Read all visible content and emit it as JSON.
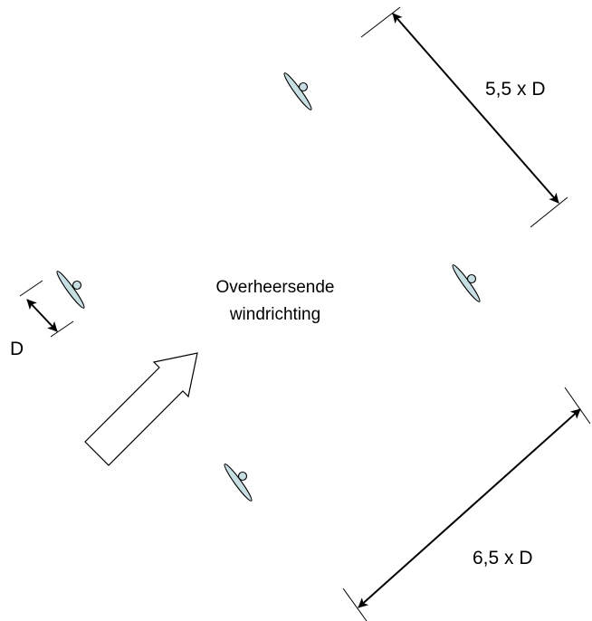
{
  "labels": {
    "spacing_a": "5,5 x D",
    "spacing_b": "6,5 x D",
    "diameter": "D",
    "wind_line1": "Overheersende",
    "wind_line2": "windrichting"
  },
  "colors": {
    "line": "#000000",
    "rotor_fill": "#c7dfe3",
    "background": "#ffffff"
  },
  "icons": {
    "turbine": "wind-turbine-rotor-icon",
    "wind_arrow": "hollow-arrow-icon"
  }
}
